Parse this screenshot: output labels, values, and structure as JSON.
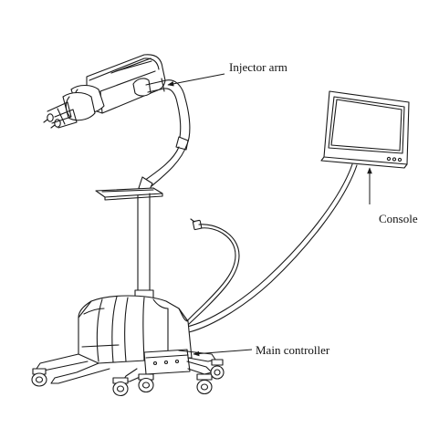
{
  "figure": {
    "labels": {
      "injector_arm": "Injector arm",
      "console": "Console",
      "main_controller": "Main controller"
    },
    "line_color": "#1a1a1a",
    "background": "#ffffff"
  }
}
